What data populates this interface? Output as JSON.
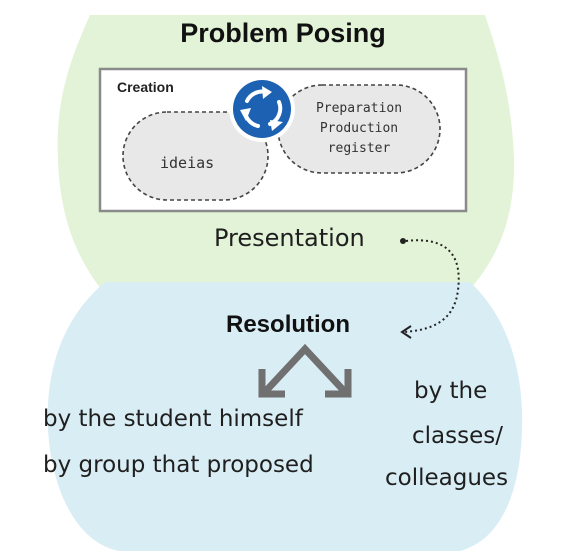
{
  "diagram": {
    "problem_posing": {
      "title": "Problem Posing",
      "creation_label": "Creation",
      "ideas_label": "ideias",
      "preparation_lines": [
        "Preparation",
        "Production",
        "register"
      ],
      "presentation_label": "Presentation",
      "cycle_icon": "circular-arrows-icon"
    },
    "resolution": {
      "title": "Resolution",
      "left_options": [
        "by the student himself",
        "by group that proposed"
      ],
      "right_options": [
        "by the",
        "classes/",
        "colleagues"
      ]
    }
  },
  "colors": {
    "problem_posing_bg": "#e3f3d7",
    "resolution_bg": "#d9edf5",
    "cycle_icon_blue": "#1d62b2",
    "arrow_gray": "#707070"
  }
}
